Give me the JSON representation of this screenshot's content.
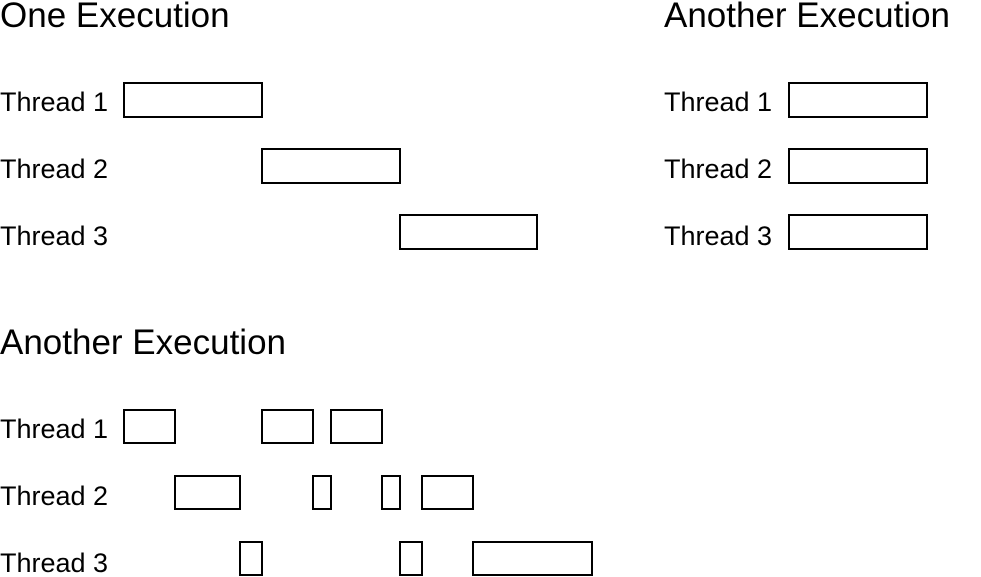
{
  "panels": [
    {
      "title": "One Execution",
      "threads": [
        {
          "label": "Thread 1",
          "segments": 1
        },
        {
          "label": "Thread 2",
          "segments": 1
        },
        {
          "label": "Thread 3",
          "segments": 1
        }
      ]
    },
    {
      "title": "Another Execution",
      "threads": [
        {
          "label": "Thread 1",
          "segments": 1
        },
        {
          "label": "Thread 2",
          "segments": 1
        },
        {
          "label": "Thread 3",
          "segments": 1
        }
      ]
    },
    {
      "title": "Another Execution",
      "threads": [
        {
          "label": "Thread 1",
          "segments": 3
        },
        {
          "label": "Thread 2",
          "segments": 4
        },
        {
          "label": "Thread 3",
          "segments": 3
        }
      ]
    }
  ]
}
